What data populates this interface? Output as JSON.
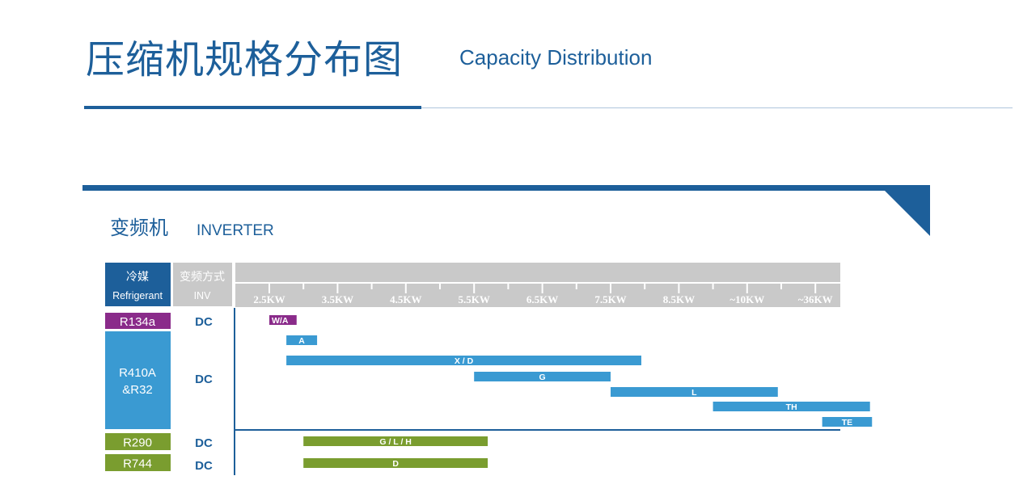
{
  "header": {
    "title_cn": "压缩机规格分布图",
    "title_en": "Capacity Distribution"
  },
  "colors": {
    "primary": "#1d5f9a",
    "r134a": "#8a2b8a",
    "r410a": "#3a9ad2",
    "green": "#7a9d2f",
    "header_gray": "#c9c9c9"
  },
  "chart_data": {
    "type": "bar",
    "section": {
      "title_cn": "变频机",
      "title_en": "INVERTER"
    },
    "table_header": {
      "refrigerant_cn": "冷媒",
      "refrigerant_en": "Refrigerant",
      "inv_cn": "变频方式",
      "inv_en": "INV"
    },
    "x_ticks": [
      "2.5KW",
      "3.5KW",
      "4.5KW",
      "5.5KW",
      "6.5KW",
      "7.5KW",
      "8.5KW",
      "~10KW",
      "~36KW"
    ],
    "groups": [
      {
        "refrigerant": "R134a",
        "drive": "DC",
        "color": "#8a2b8a",
        "series": [
          {
            "name": "W/A",
            "start": 2.5,
            "end": 2.9
          }
        ]
      },
      {
        "refrigerant": "R410A\n&R32",
        "drive": "DC",
        "color": "#3a9ad2",
        "series": [
          {
            "name": "A",
            "start": 2.75,
            "end": 3.2
          },
          {
            "name": "X / D",
            "start": 2.75,
            "end": 7.95
          },
          {
            "name": "G",
            "start": 5.5,
            "end": 7.5
          },
          {
            "name": "L",
            "start": 7.5,
            "end": 9.95
          },
          {
            "name": "TH",
            "start": 9.0,
            "end": 11.3
          },
          {
            "name": "TE",
            "start": 10.6,
            "end": 11.33
          }
        ]
      },
      {
        "refrigerant": "R290",
        "drive": "DC",
        "color": "#7a9d2f",
        "series": [
          {
            "name": "G / L / H",
            "start": 3.0,
            "end": 5.7
          }
        ]
      },
      {
        "refrigerant": "R744",
        "drive": "DC",
        "color": "#7a9d2f",
        "series": [
          {
            "name": "D",
            "start": 3.0,
            "end": 5.7
          }
        ]
      }
    ]
  }
}
